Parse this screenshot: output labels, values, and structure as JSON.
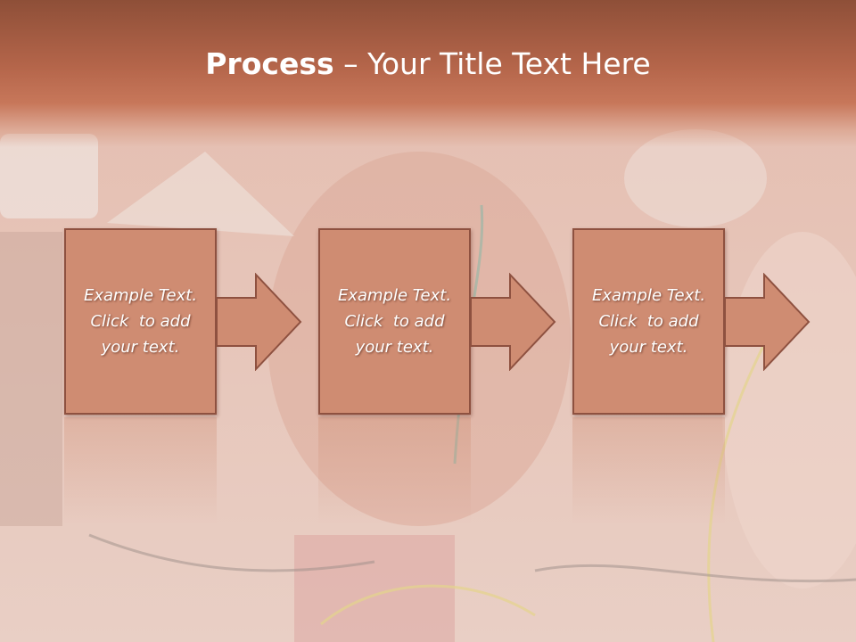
{
  "slide": {
    "title_bold": "Process",
    "title_rest": " – Your Title Text Here"
  },
  "steps": [
    {
      "line1": "Example Text.",
      "line2": "Click  to add",
      "line3": "your text."
    },
    {
      "line1": "Example Text.",
      "line2": "Click  to add",
      "line3": "your text."
    },
    {
      "line1": "Example Text.",
      "line2": "Click  to add",
      "line3": "your text."
    }
  ],
  "colors": {
    "box_fill": "#cf8c72",
    "box_border": "#8e5140",
    "header": "#b4654a"
  }
}
